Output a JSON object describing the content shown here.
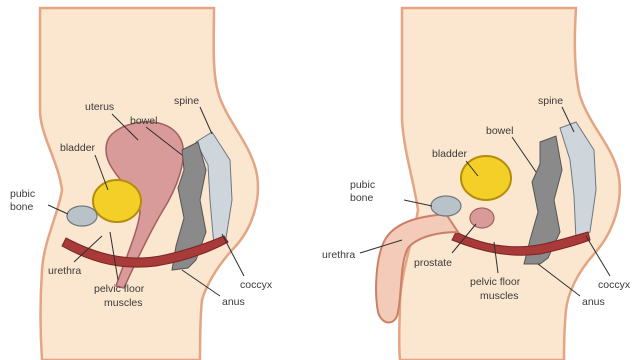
{
  "female": {
    "labels": {
      "uterus": "uterus",
      "bowel": "bowel",
      "spine": "spine",
      "bladder": "bladder",
      "pubic_bone_line1": "pubic",
      "pubic_bone_line2": "bone",
      "urethra": "urethra",
      "pelvic_floor_line1": "pelvic floor",
      "pelvic_floor_line2": "muscles",
      "coccyx": "coccyx",
      "anus": "anus"
    }
  },
  "male": {
    "labels": {
      "spine": "spine",
      "bowel": "bowel",
      "bladder": "bladder",
      "pubic_bone_line1": "pubic",
      "pubic_bone_line2": "bone",
      "urethra": "urethra",
      "prostate": "prostate",
      "pelvic_floor_line1": "pelvic floor",
      "pelvic_floor_line2": "muscles",
      "coccyx": "coccyx",
      "anus": "anus"
    }
  },
  "colors": {
    "skin": "#fbe6cf",
    "skin_outline": "#e3a583",
    "bladder": "#f3cf27",
    "uterus": "#d99a9a",
    "bowel": "#8a8a8a",
    "spine": "#cfd6db",
    "pelvic_floor": "#a93a3a",
    "bone": "#b9c2c9",
    "penis": "#f4cbb8"
  }
}
